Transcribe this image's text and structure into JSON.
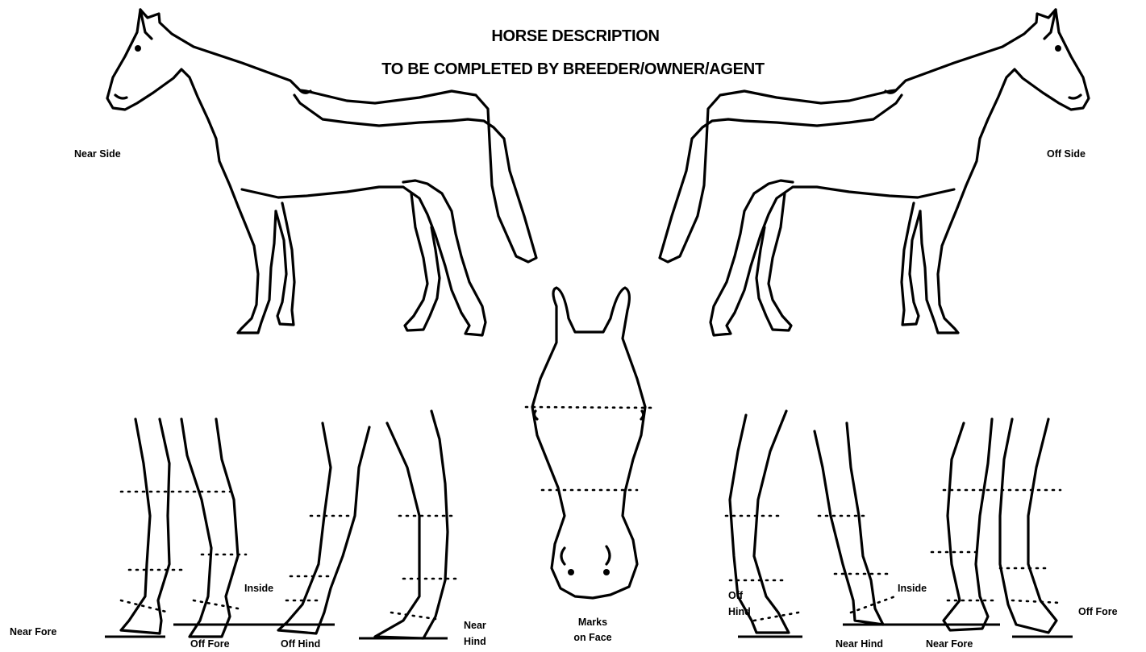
{
  "title_line1": "HORSE DESCRIPTION",
  "title_line2": "TO BE COMPLETED BY BREEDER/OWNER/AGENT",
  "labels": {
    "near_side": "Near Side",
    "off_side": "Off Side",
    "near_fore_left": "Near Fore",
    "off_fore_left": "Off Fore",
    "off_hind_left": "Off Hind",
    "inside_left": "Inside",
    "near_hind_left_1": "Near",
    "near_hind_left_2": "Hind",
    "marks_1": "Marks",
    "marks_2": "on Face",
    "off_hind_right_1": "Off",
    "off_hind_right_2": "Hind",
    "inside_right": "Inside",
    "near_hind_right": "Near Hind",
    "near_fore_right": "Near Fore",
    "off_fore_right": "Off Fore"
  },
  "colors": {
    "ink": "#000000",
    "paper": "#ffffff"
  }
}
